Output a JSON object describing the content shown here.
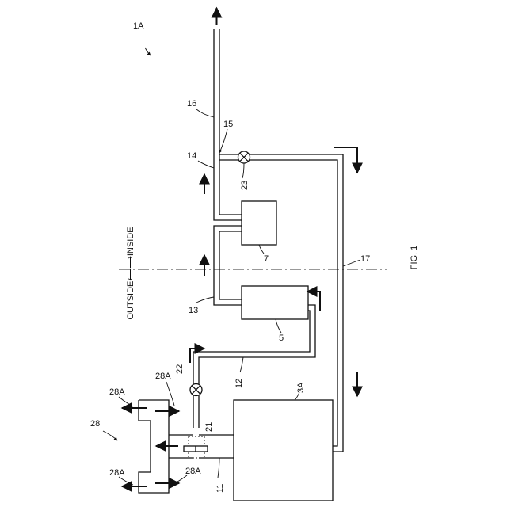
{
  "figure": {
    "caption": "FIG. 1",
    "boundary_label": "OUTSIDE⟵⟶INSIDE",
    "refs": {
      "r1A": "1A",
      "r3A": "3A",
      "r5": "5",
      "r7": "7",
      "r11": "11",
      "r12": "12",
      "r13": "13",
      "r14": "14",
      "r15": "15",
      "r16": "16",
      "r17": "17",
      "r21": "21",
      "r22": "22",
      "r23": "23",
      "r28": "28",
      "r28A_tl": "28A",
      "r28A_tr": "28A",
      "r28A_bl": "28A",
      "r28A_br": "28A"
    }
  }
}
